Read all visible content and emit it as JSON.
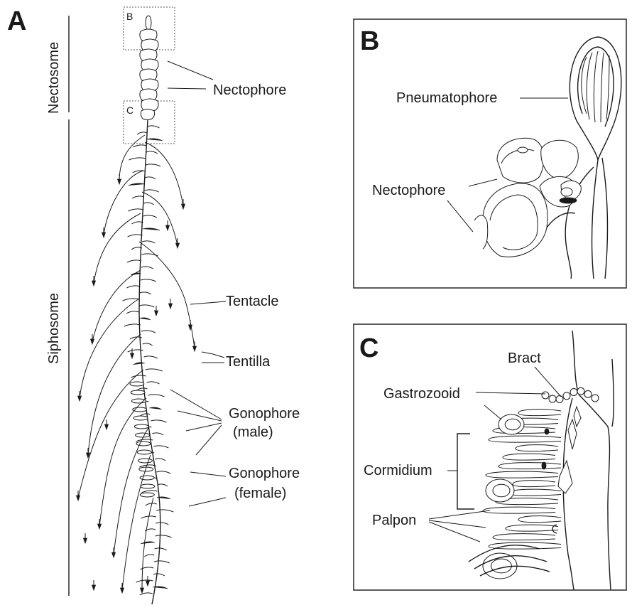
{
  "panels": {
    "a": {
      "letter": "A",
      "nectosome": "Nectosome",
      "siphosome": "Siphosome",
      "box_b": "B",
      "box_c": "C",
      "labels": {
        "nectophore": "Nectophore",
        "tentacle": "Tentacle",
        "tentilla": "Tentilla",
        "gonophore_male_1": "Gonophore",
        "gonophore_male_2": "(male)",
        "gonophore_female_1": "Gonophore",
        "gonophore_female_2": "(female)"
      }
    },
    "b": {
      "letter": "B",
      "labels": {
        "pneumatophore": "Pneumatophore",
        "nectophore": "Nectophore"
      }
    },
    "c": {
      "letter": "C",
      "labels": {
        "bract": "Bract",
        "gastrozooid": "Gastrozooid",
        "cormidium": "Cormidium",
        "palpon": "Palpon"
      }
    }
  },
  "colors": {
    "ink": "#1a1a1a",
    "background": "#ffffff",
    "frame": "#333333"
  }
}
